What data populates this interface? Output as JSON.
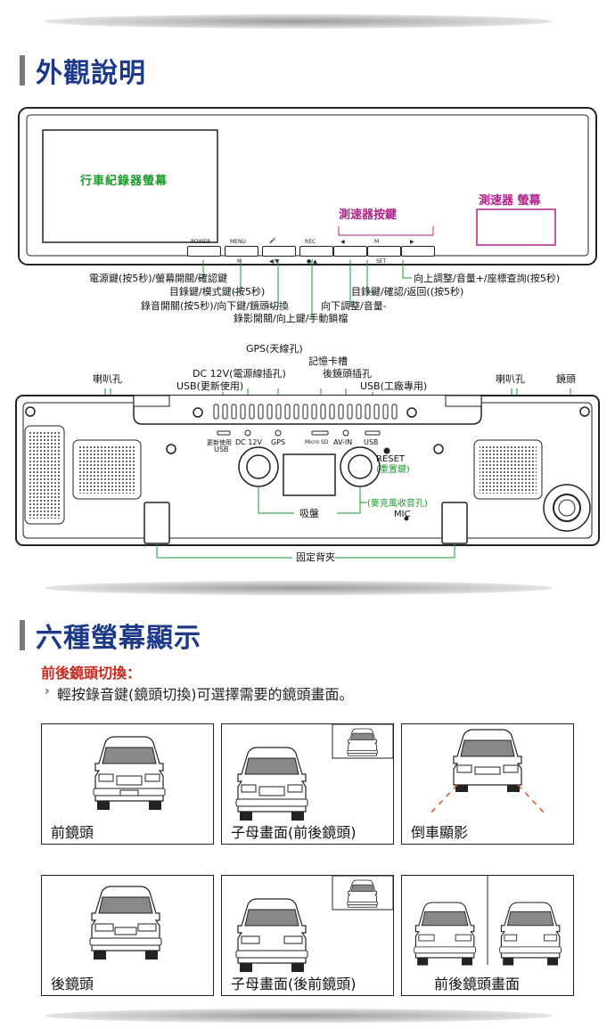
{
  "section1": {
    "title": "外觀說明"
  },
  "front": {
    "screen_label": "行車紀錄器螢幕",
    "speed_btn_label": "測速器按鍵",
    "speed_screen_label": "測速器 螢幕",
    "buttons": [
      "POWER",
      "MENU",
      "🎤",
      "REC",
      "◀",
      "M",
      "▶"
    ],
    "sub_labels": [
      "M",
      "◀/▼",
      "●/▲",
      "SET"
    ],
    "callouts": [
      "電源鍵(按5秒)/螢幕開關/確認鍵",
      "目錄鍵/模式鍵(按5秒)",
      "錄音開關(按5秒)/向下鍵/鏡頭切換",
      "錄影開關/向上鍵/手動鎖檔",
      "向下調整/音量-",
      "目錄鍵/確認/返回((按5秒)",
      "向上調整/音量+/座標查詢(按5秒)"
    ]
  },
  "back": {
    "top_labels": {
      "gps": "GPS(天線孔)",
      "card": "記憶卡槽",
      "dc": "DC 12V(電源線插孔)",
      "usb_update": "USB(更新使用)",
      "lens_jack": "後鏡頭插孔",
      "usb_factory": "USB(工廠專用)",
      "speaker_l": "喇叭孔",
      "speaker_r": "喇叭孔",
      "lens": "鏡頭"
    },
    "port_labels": [
      "更新使用",
      "USB",
      "DC 12V",
      "GPS",
      "Micro SD",
      "AV-IN",
      "USB"
    ],
    "reset": "RESET",
    "reset_sub": "(重置鍵)",
    "mic_sub": "(麥克風收音孔)",
    "mic": "MIC",
    "suction": "吸盤",
    "clip": "固定背夾"
  },
  "section2": {
    "title": "六種螢幕顯示"
  },
  "camera_switch": {
    "heading": "前後鏡頭切換：",
    "bullet": "›",
    "desc": "輕按錄音鍵(鏡頭切換)可選擇需要的鏡頭畫面。"
  },
  "modes": [
    {
      "caption": "前鏡頭"
    },
    {
      "caption": "子母畫面(前後鏡頭)"
    },
    {
      "caption": "倒車顯影"
    },
    {
      "caption": "後鏡頭"
    },
    {
      "caption": "子母畫面(後前鏡頭)"
    },
    {
      "caption": "前後鏡頭畫面"
    }
  ],
  "colors": {
    "title_blue": "#1d3a8a",
    "heading_red": "#c8281e",
    "callout_green": "#1a9a2a",
    "callout_magenta": "#b0208a",
    "reverse_dash": "#d2501e"
  }
}
